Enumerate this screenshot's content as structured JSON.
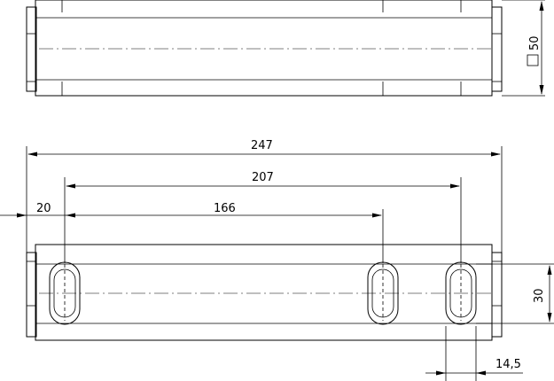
{
  "dimensions": {
    "overall_length": "247",
    "hole_span_outer": "207",
    "hole_span_inner": "166",
    "edge_offset": "20",
    "square_section": "50",
    "hole_height": "30",
    "slot_width": "14,5"
  },
  "colors": {
    "line": "#000000",
    "background": "#ffffff"
  }
}
